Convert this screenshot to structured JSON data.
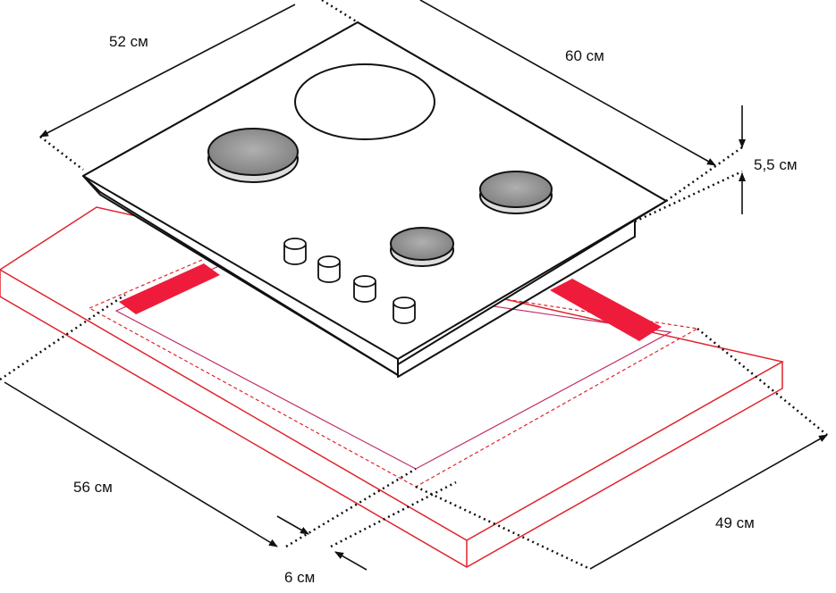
{
  "dimensions": {
    "depth": "52 см",
    "width": "60 см",
    "height": "5,5 см",
    "cutout_width": "56 см",
    "cutout_depth": "49 см",
    "clearance": "6 см"
  },
  "colors": {
    "countertop": "#e0242c",
    "support_bar": "#ee1c3a",
    "outline": "#111111",
    "burner": "#9a9a9a"
  }
}
